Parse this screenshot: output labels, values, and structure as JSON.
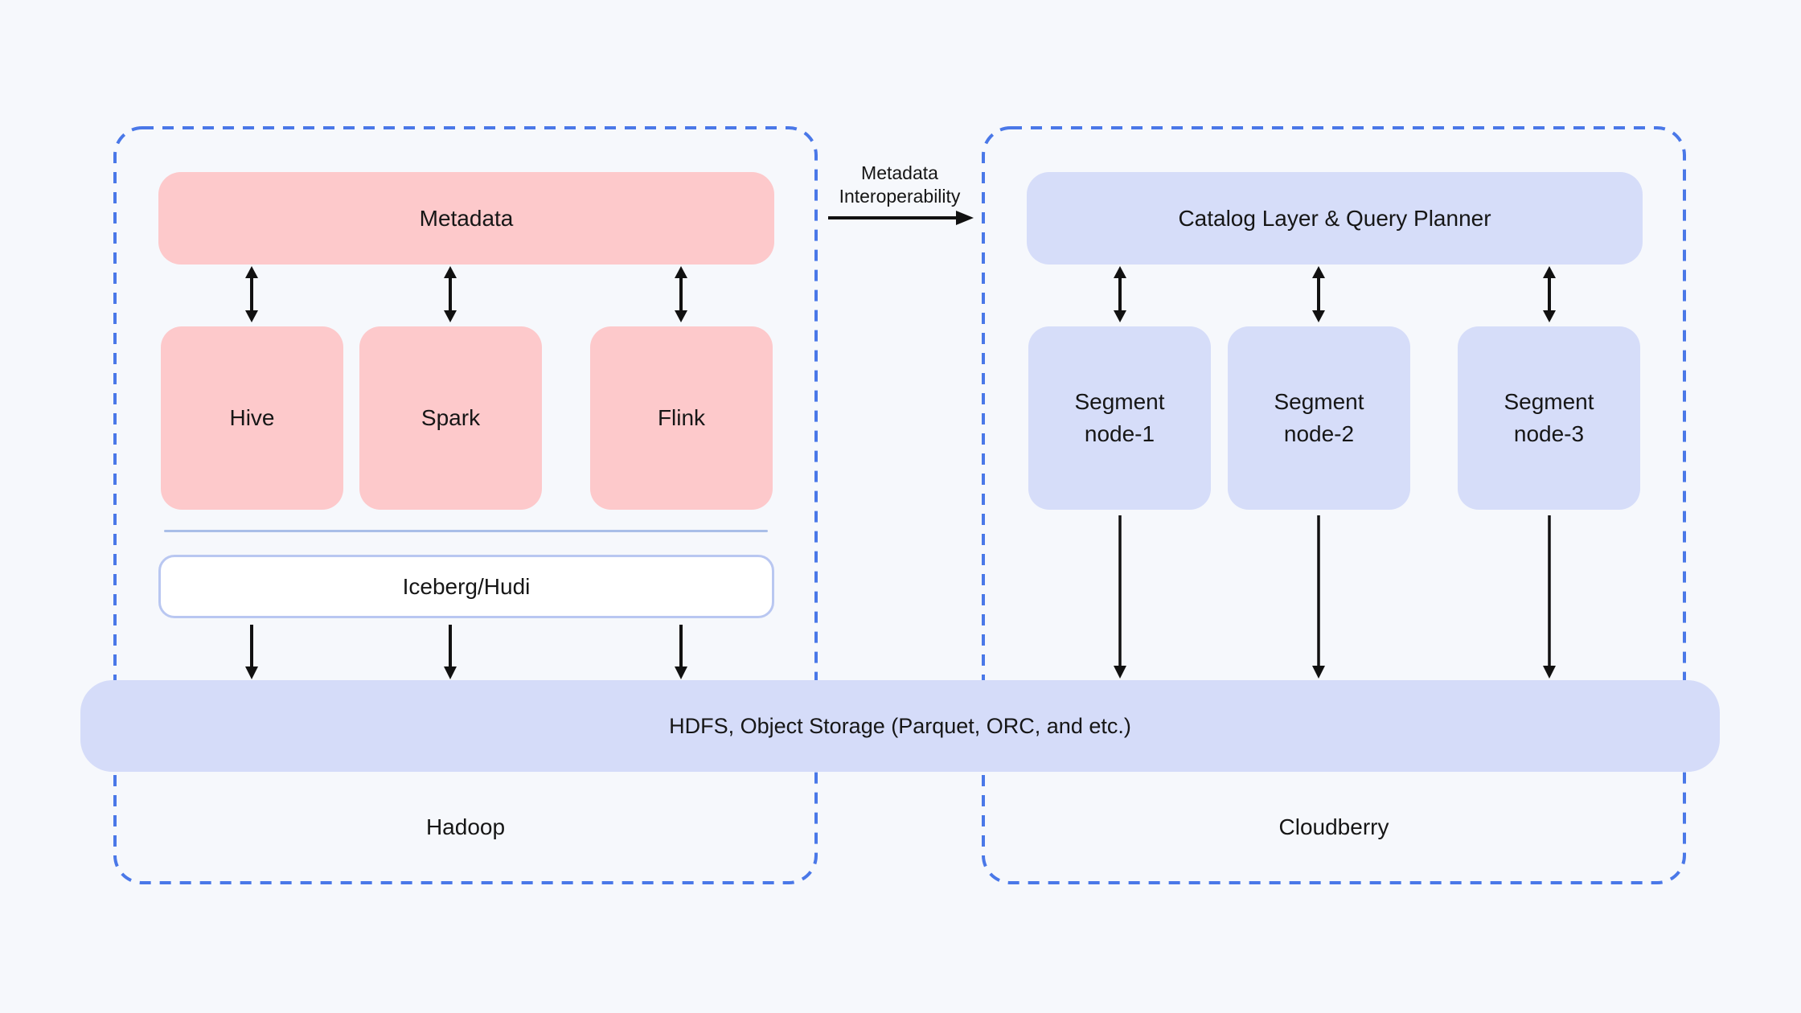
{
  "diagram": {
    "interop": {
      "line1": "Metadata",
      "line2": "Interoperability"
    },
    "hadoop": {
      "title": "Hadoop",
      "metadata_label": "Metadata",
      "engines": [
        "Hive",
        "Spark",
        "Flink"
      ],
      "table_format_label": "Iceberg/Hudi"
    },
    "cloudberry": {
      "title": "Cloudberry",
      "catalog_label": "Catalog Layer & Query Planner",
      "segments": [
        {
          "line1": "Segment",
          "line2": "node-1"
        },
        {
          "line1": "Segment",
          "line2": "node-2"
        },
        {
          "line1": "Segment",
          "line2": "node-3"
        }
      ]
    },
    "storage": {
      "label": "HDFS, Object Storage (Parquet, ORC, and etc.)"
    }
  },
  "colors": {
    "background": "#F6F8FC",
    "engine_box": "#FDC9CB",
    "cloudberry_box": "#D6DDF9",
    "storage_bar": "#D5DCF9",
    "dashed_border": "#4A78E8",
    "divider": "#A9BEE8",
    "iceberg_border": "#B9C7F1",
    "text": "#161616",
    "arrow": "#111111"
  }
}
